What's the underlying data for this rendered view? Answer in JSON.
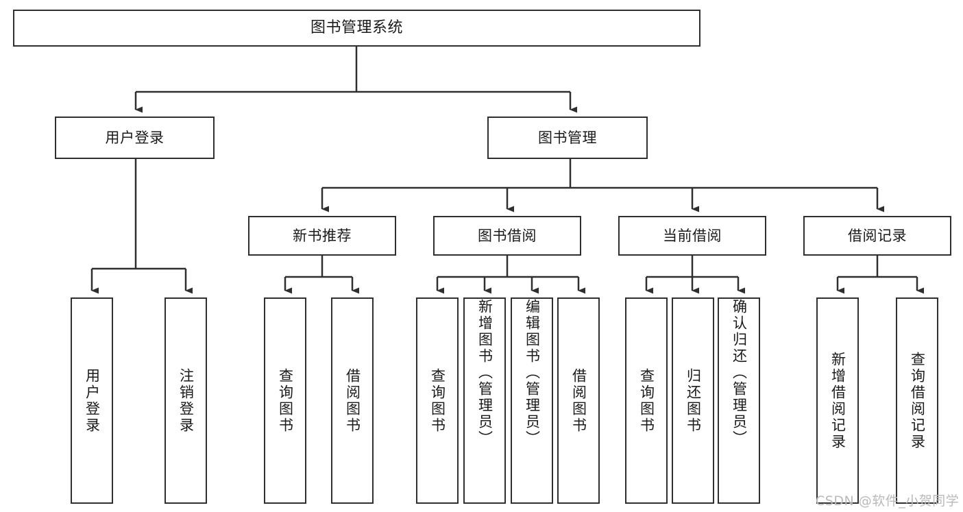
{
  "diagram": {
    "title": "图书管理系统",
    "watermark": "CSDN @软件_小贺同学",
    "colors": {
      "stroke": "#2f2f2f",
      "fill": "#ffffff",
      "text": "#1a1a1a",
      "watermark": "#b9b9b9"
    },
    "levels": {
      "root": {
        "label": "图书管理系统"
      },
      "level2": [
        {
          "label": "用户登录"
        },
        {
          "label": "图书管理"
        }
      ],
      "level3": [
        {
          "label": "新书推荐"
        },
        {
          "label": "图书借阅"
        },
        {
          "label": "当前借阅"
        },
        {
          "label": "借阅记录"
        }
      ],
      "leaves": {
        "user_login": [
          {
            "label": "用户登录"
          },
          {
            "label": "注销登录"
          }
        ],
        "new_book": [
          {
            "label": "查询图书"
          },
          {
            "label": "借阅图书"
          }
        ],
        "book_borrow": [
          {
            "label": "查询图书"
          },
          {
            "label": "新增图书（管理员）"
          },
          {
            "label": "编辑图书（管理员）"
          },
          {
            "label": "借阅图书"
          }
        ],
        "current_borrow": [
          {
            "label": "查询图书"
          },
          {
            "label": "归还图书"
          },
          {
            "label": "确认归还（管理员）"
          }
        ],
        "borrow_record": [
          {
            "label": "新增借阅记录"
          },
          {
            "label": "查询借阅记录"
          }
        ]
      }
    }
  }
}
